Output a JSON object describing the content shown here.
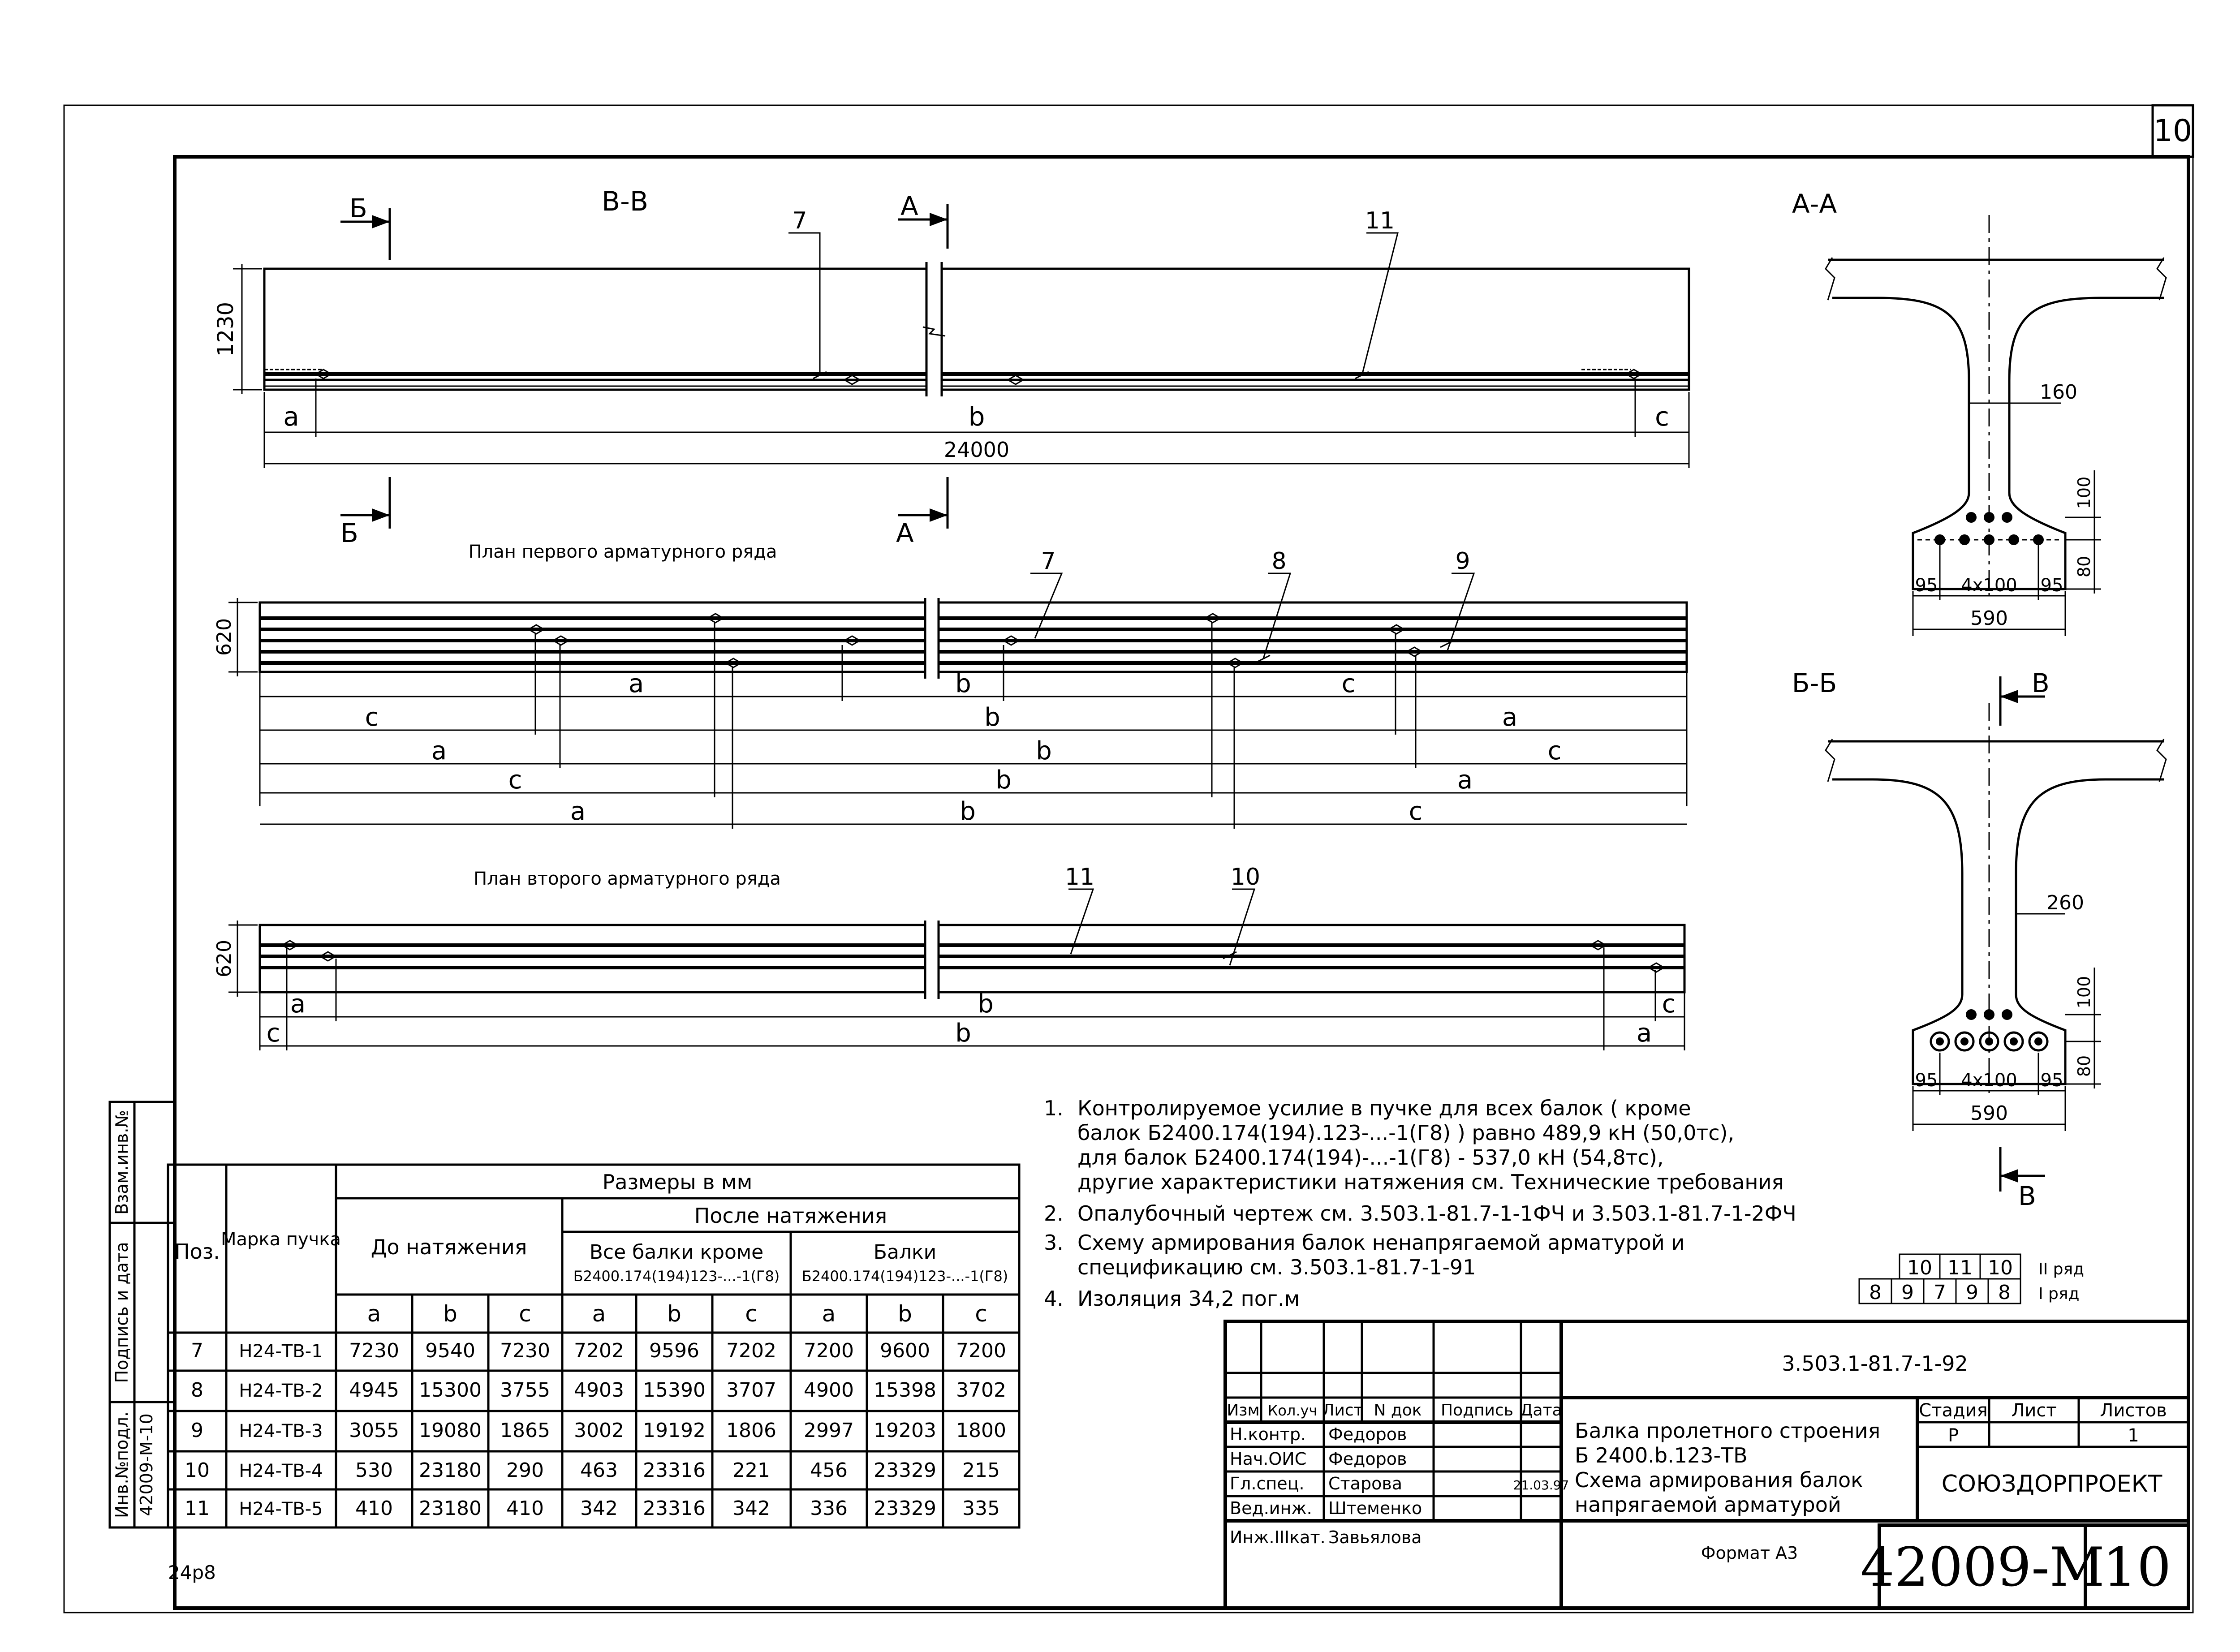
{
  "sheet_corner_number": "10",
  "sections": {
    "vv": "В-В",
    "aa": "А-А",
    "bb": "Б-Б",
    "cut_letters": {
      "b": "Б",
      "a": "А",
      "v": "В"
    }
  },
  "elevation": {
    "height": "1230",
    "length": "24000",
    "dims": [
      "a",
      "b",
      "c"
    ],
    "callouts": [
      "7",
      "11"
    ]
  },
  "plan1": {
    "title": "План первого арматурного ряда",
    "height": "620",
    "callouts": [
      "7",
      "8",
      "9"
    ],
    "rows": [
      [
        "a",
        "b",
        "c"
      ],
      [
        "c",
        "b",
        "a"
      ],
      [
        "a",
        "b",
        "c"
      ],
      [
        "c",
        "b",
        "a"
      ],
      [
        "a",
        "b",
        "c"
      ]
    ]
  },
  "plan2": {
    "title": "План второго арматурного ряда",
    "height": "620",
    "callouts": [
      "11",
      "10"
    ],
    "rows": [
      [
        "a",
        "b",
        "c"
      ],
      [
        "c",
        "b",
        "a"
      ]
    ]
  },
  "section_aa": {
    "web": "160",
    "v1": "100",
    "v2": "80",
    "e1": "95",
    "mid": "4x100",
    "e2": "95",
    "total": "590"
  },
  "section_bb": {
    "web": "260",
    "v1": "100",
    "v2": "80",
    "e1": "95",
    "mid": "4x100",
    "e2": "95",
    "total": "590"
  },
  "notes": [
    {
      "num": "1.",
      "lines": [
        "Контролируемое усилие в пучке для всех балок ( кроме",
        "балок Б2400.174(194).123-...-1(Г8) ) равно  489,9 кН (50,0тс),",
        "для балок Б2400.174(194)-...-1(Г8)  -  537,0 кН (54,8тс),",
        "другие характеристики натяжения см. Технические требования"
      ]
    },
    {
      "num": "2.",
      "lines": [
        "Опалубочный чертеж см. 3.503.1-81.7-1-1ФЧ и 3.503.1-81.7-1-2ФЧ"
      ]
    },
    {
      "num": "3.",
      "lines": [
        "Схему армирования балок ненапрягаемой  арматурой и",
        "спецификацию  см.  3.503.1-81.7-1-91"
      ]
    },
    {
      "num": "4.",
      "lines": [
        "Изоляция 34,2 пог.м"
      ]
    }
  ],
  "row_scheme": {
    "top": [
      "10",
      "11",
      "10"
    ],
    "bottom": [
      "8",
      "9",
      "7",
      "9",
      "8"
    ],
    "top_label": "II  ряд",
    "bottom_label": "I  ряд"
  },
  "table": {
    "h_pos": "Поз.",
    "h_mark": "Марка пучка",
    "h_sizes": "Размеры в мм",
    "h_before": "До натяжения",
    "h_after": "После натяжения",
    "h_all_line1": "Все балки кроме",
    "h_all_line2": "Б2400.174(194)123-...-1(Г8)",
    "h_beams_line1": "Балки",
    "h_beams_line2": "Б2400.174(194)123-...-1(Г8)",
    "abc": [
      "a",
      "b",
      "c",
      "a",
      "b",
      "c",
      "a",
      "b",
      "c"
    ],
    "rows": [
      [
        "7",
        "Н24-ТВ-1",
        "7230",
        "9540",
        "7230",
        "7202",
        "9596",
        "7202",
        "7200",
        "9600",
        "7200"
      ],
      [
        "8",
        "Н24-ТВ-2",
        "4945",
        "15300",
        "3755",
        "4903",
        "15390",
        "3707",
        "4900",
        "15398",
        "3702"
      ],
      [
        "9",
        "Н24-ТВ-3",
        "3055",
        "19080",
        "1865",
        "3002",
        "19192",
        "1806",
        "2997",
        "19203",
        "1800"
      ],
      [
        "10",
        "Н24-ТВ-4",
        "530",
        "23180",
        "290",
        "463",
        "23316",
        "221",
        "456",
        "23329",
        "215"
      ],
      [
        "11",
        "Н24-ТВ-5",
        "410",
        "23180",
        "410",
        "342",
        "23316",
        "342",
        "336",
        "23329",
        "335"
      ]
    ]
  },
  "side_stamp": [
    "Взам.инв.№",
    "Подпись и дата",
    "Инв.№подл.",
    "42009-М-10"
  ],
  "title_block": {
    "doc_code": "3.503.1-81.7-1-92",
    "headers": [
      "Изм",
      "Кол.уч",
      "Лист",
      "N док",
      "Подпись",
      "Дата"
    ],
    "people": [
      {
        "role": "Н.контр.",
        "name": "Федоров",
        "date": ""
      },
      {
        "role": "Нач.ОИС",
        "name": "Федоров",
        "date": ""
      },
      {
        "role": "Гл.спец.",
        "name": "Старова",
        "date": "21.03.97"
      },
      {
        "role": "Вед.инж.",
        "name": "Штеменко",
        "date": ""
      },
      {
        "role": "Инж.IIIкат.",
        "name": "Завьялова",
        "date": ""
      }
    ],
    "title_lines": [
      "Балка пролетного строения",
      "Б 2400.b.123-ТВ",
      "Схема армирования балок",
      "напрягаемой арматурой"
    ],
    "stage_h": "Стадия",
    "sheet_h": "Лист",
    "sheets_h": "Листов",
    "stage": "Р",
    "sheet": "",
    "sheets": "1",
    "org": "СОЮЗДОРПРОЕКТ",
    "format": "Формат  А3",
    "archive": "42009-М",
    "page": "10"
  },
  "bottom_left": "24р8"
}
